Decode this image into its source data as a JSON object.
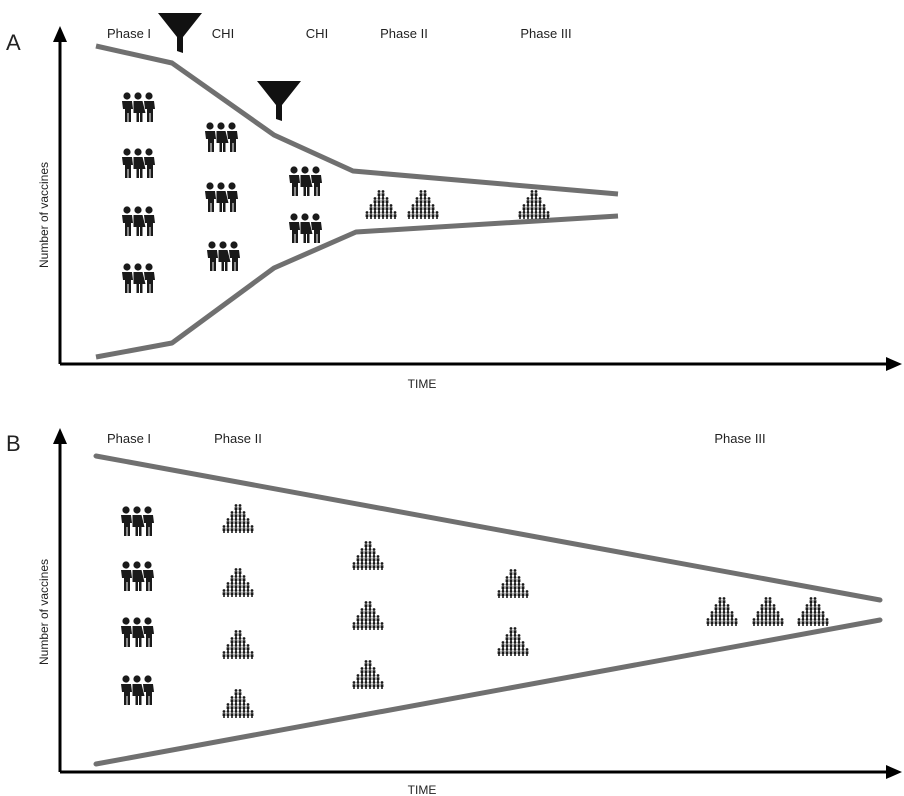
{
  "colors": {
    "funnel_line": "#707070",
    "axis": "#000000",
    "icon": "#1a1a1a",
    "text": "#222222"
  },
  "panel_a": {
    "letter": "A",
    "phases": [
      "Phase I",
      "CHI",
      "CHI",
      "Phase II",
      "Phase III"
    ],
    "ylabel": "Number of vaccines",
    "xlabel": "TIME"
  },
  "panel_b": {
    "letter": "B",
    "phases": [
      "Phase I",
      "Phase II",
      "Phase III"
    ],
    "ylabel": "Number of vaccines",
    "xlabel": "TIME"
  },
  "icons": {
    "small_group": "group-of-three-people-icon",
    "large_group": "crowd-pyramid-icon",
    "filter": "funnel-filter-icon"
  }
}
